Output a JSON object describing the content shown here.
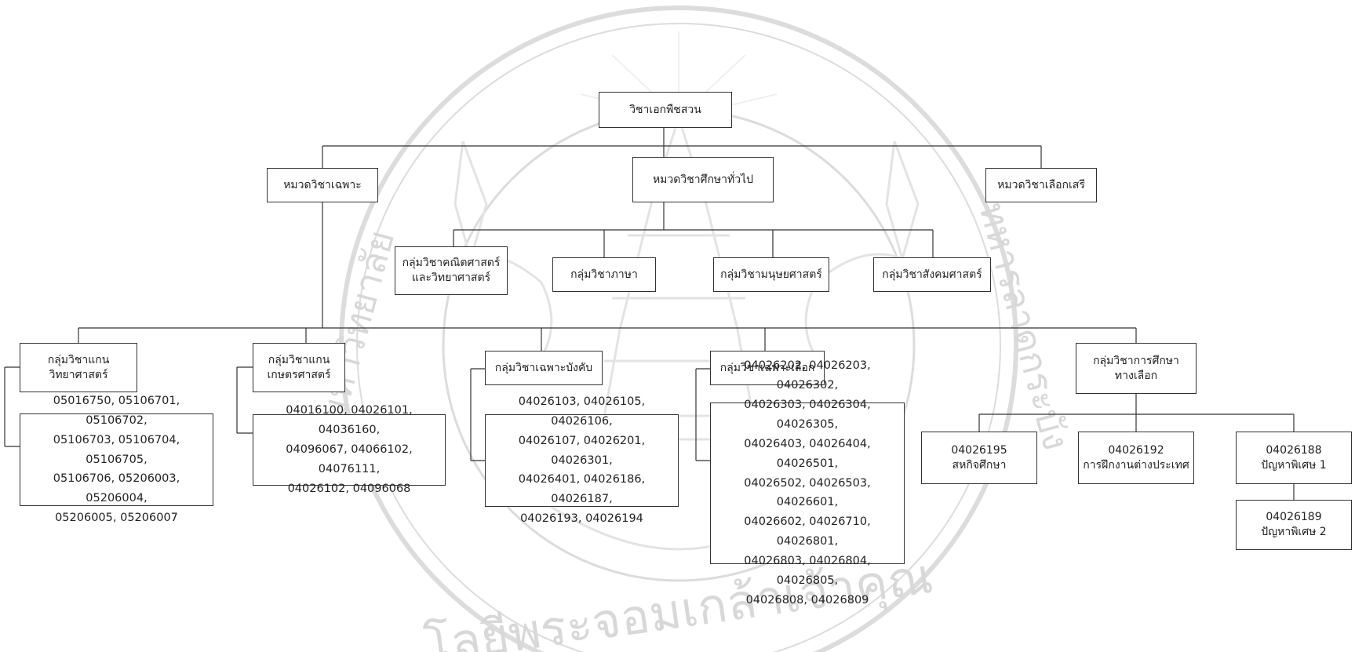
{
  "watermark": {
    "arc_text_lower": "โลยีพระจอมเกล้าเจ้าคุณ",
    "arc_text_left": "มหาวิทยาลัย",
    "arc_text_right": "ทหารลาดกระบัง",
    "emblem": "university-emblem-watermark"
  },
  "nodes": {
    "root": "วิชาเอกพืชสวน",
    "cat_specific": "หมวดวิชาเฉพาะ",
    "cat_general": "หมวดวิชาศึกษาทั่วไป",
    "cat_free": "หมวดวิชาเลือกเสรี",
    "gen_math": [
      "กลุ่มวิชาคณิตศาสตร์",
      "และวิทยาศาสตร์"
    ],
    "gen_lang": "กลุ่มวิชาภาษา",
    "gen_human": "กลุ่มวิชามนุษยศาสตร์",
    "gen_social": "กลุ่มวิชาสังคมศาสตร์",
    "core_sci": [
      "กลุ่มวิชาแกน",
      "วิทยาศาสตร์"
    ],
    "core_agri": [
      "กลุ่มวิชาแกน",
      "เกษตรศาสตร์"
    ],
    "req": "กลุ่มวิชาเฉพาะบังคับ",
    "elective": "กลุ่มวิชาเฉพาะเลือก",
    "alt": [
      "กลุ่มวิชาการศึกษา",
      "ทางเลือก"
    ],
    "codes_sci": [
      "05016750, 05106701, 05106702,",
      "05106703, 05106704, 05106705,",
      "05106706, 05206003, 05206004,",
      "05206005, 05206007"
    ],
    "codes_agri": [
      "04016100, 04026101, 04036160,",
      "04096067, 04066102, 04076111,",
      "04026102, 04096068"
    ],
    "codes_req": [
      "04026103, 04026105, 04026106,",
      "04026107, 04026201, 04026301,",
      "04026401, 04026186, 04026187,",
      "04026193, 04026194"
    ],
    "codes_elective": [
      "04026202, 04026203, 04026302,",
      "04026303, 04026304, 04026305,",
      "04026403, 04026404, 04026501,",
      "04026502, 04026503, 04026601,",
      "04026602, 04026710, 04026801,",
      "04026803, 04026804, 04026805,",
      "04026808, 04026809"
    ],
    "alt_coop": [
      "04026195",
      "สหกิจศึกษา"
    ],
    "alt_intern": [
      "04026192",
      "การฝึกงานต่างประเทศ"
    ],
    "alt_special1": [
      "04026188",
      "ปัญหาพิเศษ 1"
    ],
    "alt_special2": [
      "04026189",
      "ปัญหาพิเศษ 2"
    ]
  }
}
